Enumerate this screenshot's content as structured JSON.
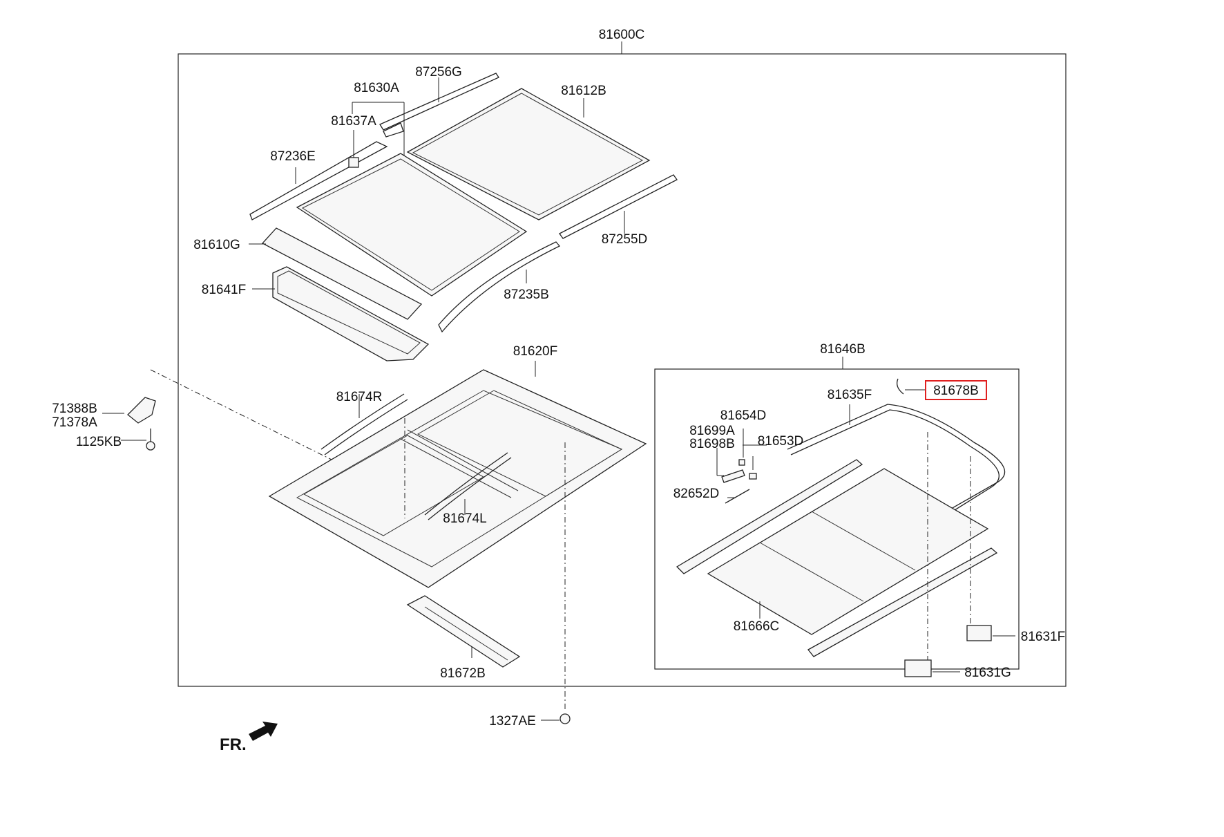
{
  "highlight_color": "#e02020",
  "assembly": {
    "main": "81600C",
    "sub": "81646B"
  },
  "labels": {
    "p87256G": "87256G",
    "p81630A": "81630A",
    "p81612B": "81612B",
    "p81637A": "81637A",
    "p87236E": "87236E",
    "p81610G": "81610G",
    "p87255D": "87255D",
    "p81641F": "81641F",
    "p87235B": "87235B",
    "p81620F": "81620F",
    "p81674R": "81674R",
    "p71388B": "71388B",
    "p71378A": "71378A",
    "p1125KB": "1125KB",
    "p81674L": "81674L",
    "p81672B": "81672B",
    "p1327AE": "1327AE",
    "p81678B": "81678B",
    "p81635F": "81635F",
    "p81654D": "81654D",
    "p81699A": "81699A",
    "p81698B": "81698B",
    "p81653D": "81653D",
    "p82652D": "82652D",
    "p81666C": "81666C",
    "p81631F": "81631F",
    "p81631G": "81631G"
  },
  "direction_marker": "FR."
}
